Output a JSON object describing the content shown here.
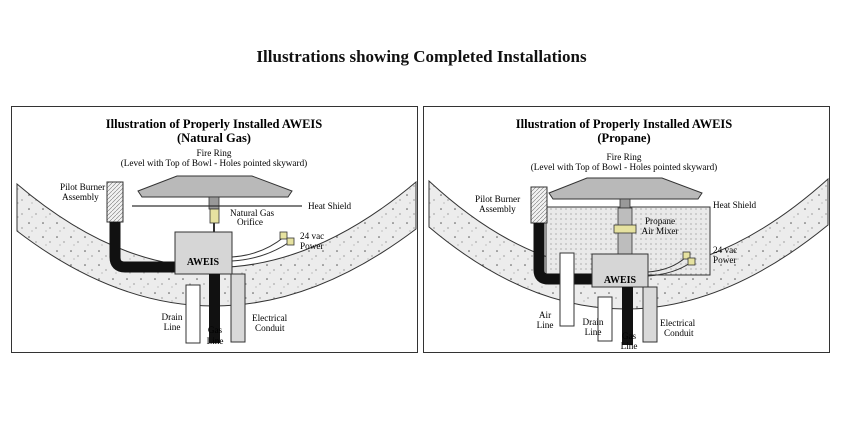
{
  "page_title": "Illustrations showing Completed Installations",
  "colors": {
    "concrete": "#ececec",
    "ring": "#b9b9b9",
    "pipe": "#111111",
    "box": "#d6d6d6",
    "screen": "#e8e8e8"
  },
  "panels": [
    {
      "title_line1": "Illustration of Properly Installed AWEIS",
      "title_line2": "(Natural Gas)",
      "fire_ring": "Fire Ring",
      "fire_ring_note": "(Level with Top of Bowl - Holes pointed skyward)",
      "pilot_line1": "Pilot Burner",
      "pilot_line2": "Assembly",
      "heat_shield": "Heat Shield",
      "orifice_line1": "Natural Gas",
      "orifice_line2": "Orifice",
      "power_line1": "24 vac",
      "power_line2": "Power",
      "box_label": "AWEIS",
      "drain_line1": "Drain",
      "drain_line2": "Line",
      "gas_line1": "Gas",
      "gas_line2": "Line",
      "conduit_line1": "Electrical",
      "conduit_line2": "Conduit"
    },
    {
      "title_line1": "Illustration of Properly Installed AWEIS",
      "title_line2": "(Propane)",
      "fire_ring": "Fire Ring",
      "fire_ring_note": "(Level with Top of Bowl - Holes pointed skyward)",
      "pilot_line1": "Pilot Burner",
      "pilot_line2": "Assembly",
      "heat_shield": "Heat Shield",
      "mixer_line1": "Propane",
      "mixer_line2": "Air Mixer",
      "power_line1": "24 vac",
      "power_line2": "Power",
      "box_label": "AWEIS",
      "air_line1": "Air",
      "air_line2": "Line",
      "drain_line1": "Drain",
      "drain_line2": "Line",
      "gas_line1": "Gas",
      "gas_line2": "Line",
      "conduit_line1": "Electrical",
      "conduit_line2": "Conduit"
    }
  ]
}
